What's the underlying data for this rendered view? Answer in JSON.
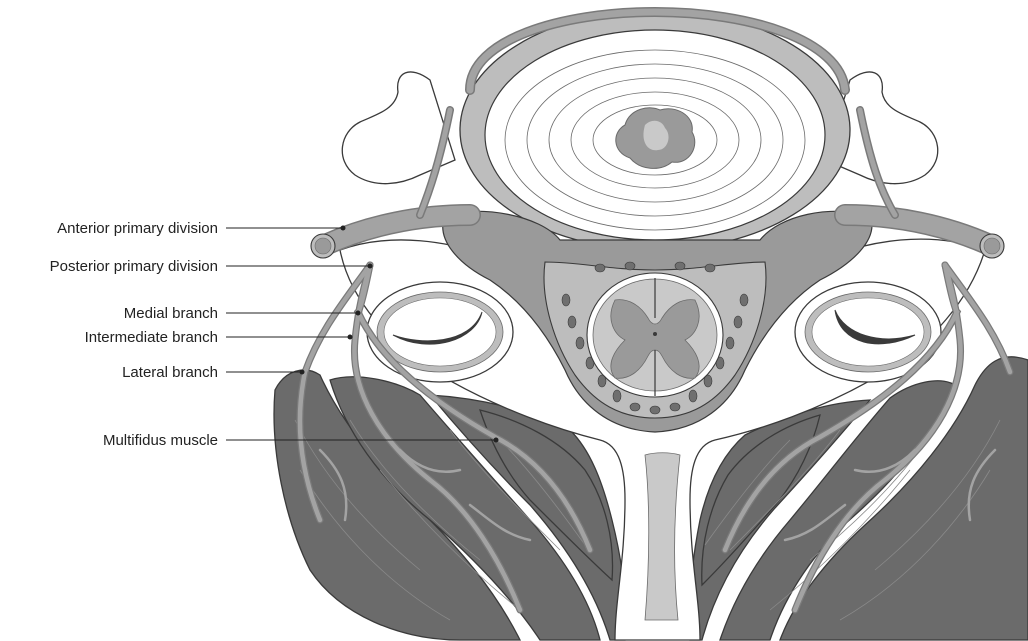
{
  "diagram": {
    "labels": [
      {
        "id": "anterior",
        "text": "Anterior primary division"
      },
      {
        "id": "posterior",
        "text": "Posterior primary division"
      },
      {
        "id": "medial",
        "text": "Medial branch"
      },
      {
        "id": "intermediate",
        "text": "Intermediate branch"
      },
      {
        "id": "lateral",
        "text": "Lateral branch"
      },
      {
        "id": "multifidus",
        "text": "Multifidus muscle"
      }
    ],
    "colors": {
      "muscle": "#6b6b6b",
      "muscle_line": "#8a8a8a",
      "nerve": "#a3a3a3",
      "nerve_edge": "#7a7a7a",
      "bone": "#ffffff",
      "cord_gray": "#9a9a9a",
      "cord_white": "#c9c9c9",
      "ink": "#3a3a3a"
    }
  }
}
